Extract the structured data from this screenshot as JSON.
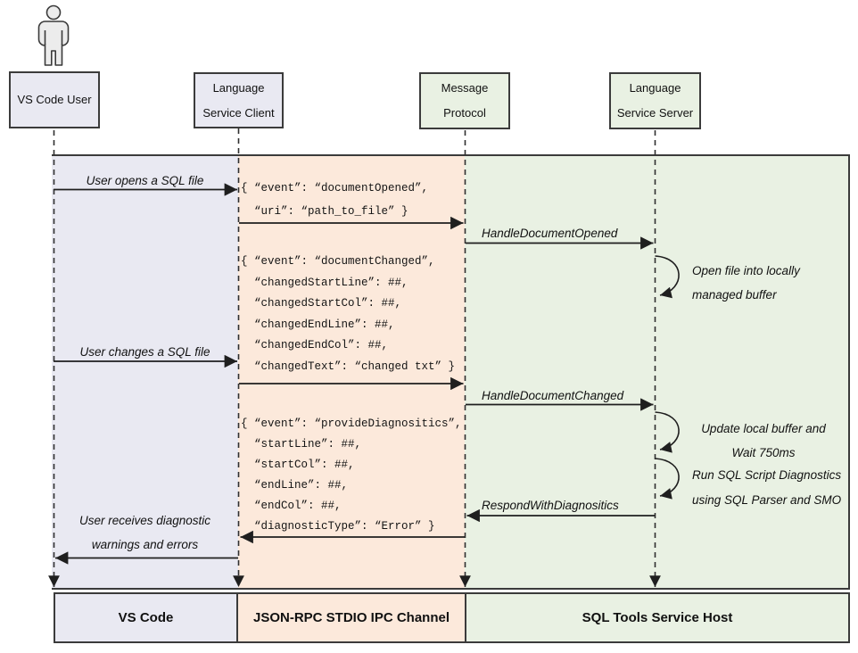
{
  "actors": {
    "user": {
      "label": "VS Code User"
    },
    "client": {
      "line1": "Language",
      "line2": "Service Client"
    },
    "protocol": {
      "line1": "Message",
      "line2": "Protocol"
    },
    "server": {
      "line1": "Language",
      "line2": "Service Server"
    }
  },
  "messages": {
    "open_file": "User opens a SQL file",
    "change_file": "User changes a SQL file",
    "receive_line1": "User receives diagnostic",
    "receive_line2": "warnings and errors",
    "handle_opened": "HandleDocumentOpened",
    "handle_changed": "HandleDocumentChanged",
    "respond": "RespondWithDiagnositics"
  },
  "notes": {
    "open_buffer_line1": "Open file into locally",
    "open_buffer_line2": "managed buffer",
    "update_line1": "Update local buffer and",
    "update_line2": "Wait 750ms",
    "run_line1": "Run SQL Script Diagnostics",
    "run_line2": "using SQL Parser and SMO"
  },
  "json_blocks": {
    "document_opened": [
      "{ “event”: “documentOpened”,",
      "  “uri”: “path_to_file” }"
    ],
    "document_changed": [
      "{ “event”: “documentChanged”,",
      "  “changedStartLine”: ##,",
      "  “changedStartCol”: ##,",
      "  “changedEndLine”: ##,",
      "  “changedEndCol”: ##,",
      "  “changedText”: “changed txt” }"
    ],
    "provide_diagnostics": [
      "{ “event”: “provideDiagnositics”,",
      "  “startLine”: ##,",
      "  “startCol”: ##,",
      "  “endLine”: ##,",
      "  “endCol”: ##,",
      "  “diagnosticType”: “Error” }"
    ]
  },
  "footer": {
    "vscode": "VS Code",
    "jsonrpc": "JSON-RPC STDIO IPC Channel",
    "sqltools": "SQL Tools Service Host"
  },
  "colors": {
    "lavender": "#e9e9f2",
    "peach": "#fce9db",
    "green": "#e9f1e3",
    "line": "#2b2b2b"
  }
}
